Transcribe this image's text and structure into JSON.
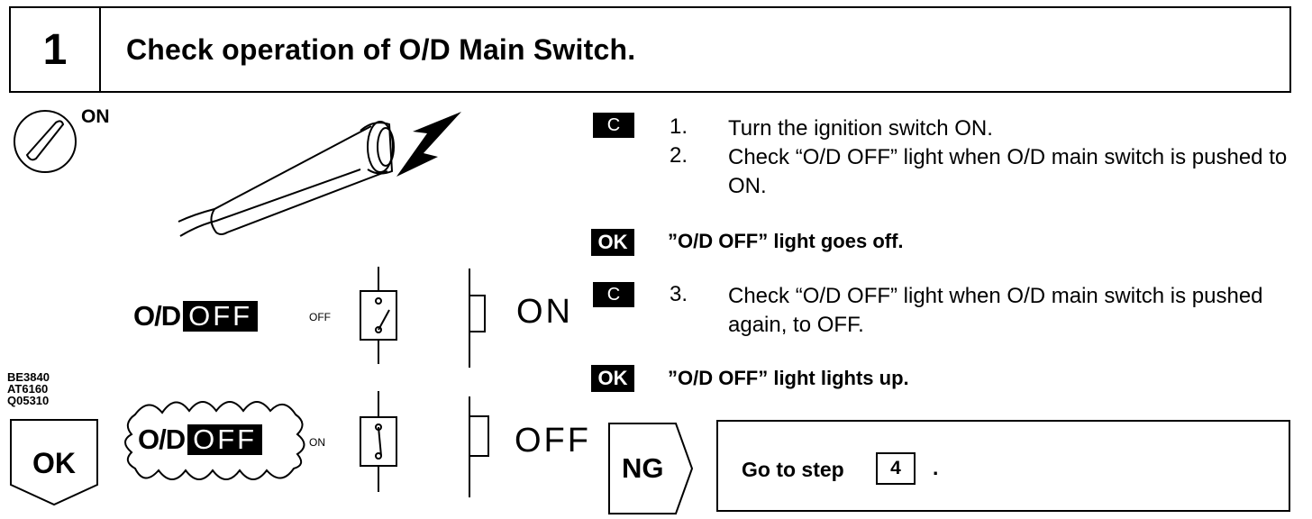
{
  "header": {
    "step_number": "1",
    "title": "Check operation of O/D Main Switch."
  },
  "ignition": {
    "label": "ON",
    "codes": [
      "BE3840",
      "AT6160",
      "Q05310"
    ]
  },
  "indicators": [
    {
      "od": "O/D",
      "off": "OFF",
      "switch_label": "OFF",
      "state": "ON"
    },
    {
      "od": "O/D",
      "off": "OFF",
      "switch_label": "ON",
      "state": "OFF"
    }
  ],
  "ok_arrow_label": "OK",
  "badges": {
    "check": "C",
    "ok": "OK"
  },
  "steps": [
    {
      "num": "1.",
      "text": "Turn the ignition switch ON."
    },
    {
      "num": "2.",
      "text": "Check “O/D OFF” light when O/D main switch is pushed to ON."
    },
    {
      "num": "3.",
      "text": "Check “O/D OFF” light when O/D main switch is pushed again, to OFF."
    }
  ],
  "results": [
    "”O/D OFF” light goes off.",
    "”O/D OFF” light lights up."
  ],
  "ng": {
    "label": "NG",
    "goto_text": "Go to step",
    "goto_step": "4",
    "suffix": "."
  }
}
